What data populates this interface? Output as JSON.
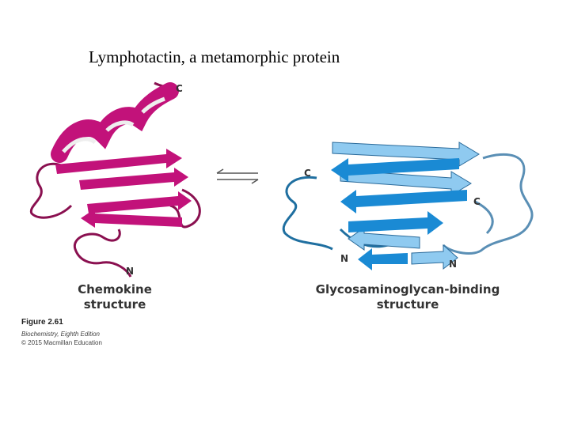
{
  "slide": {
    "title": "Lymphotactin, a metamorphic protein"
  },
  "chemokine": {
    "caption_line1": "Chemokine",
    "caption_line2": "structure",
    "terminus_c": "C",
    "terminus_n": "N",
    "color": "#c2127a"
  },
  "gag_binding": {
    "caption_line1": "Glycosaminoglycan-binding",
    "caption_line2": "structure",
    "terminus_c_left": "C",
    "terminus_c_right": "C",
    "terminus_n_left": "N",
    "terminus_n_right": "N",
    "color_dark": "#1a8ad4",
    "color_light": "#8fcaf0"
  },
  "figure_credit": {
    "label": "Figure 2.61",
    "book": "Biochemistry, Eighth Edition",
    "copyright": "© 2015 Macmillan Education"
  }
}
